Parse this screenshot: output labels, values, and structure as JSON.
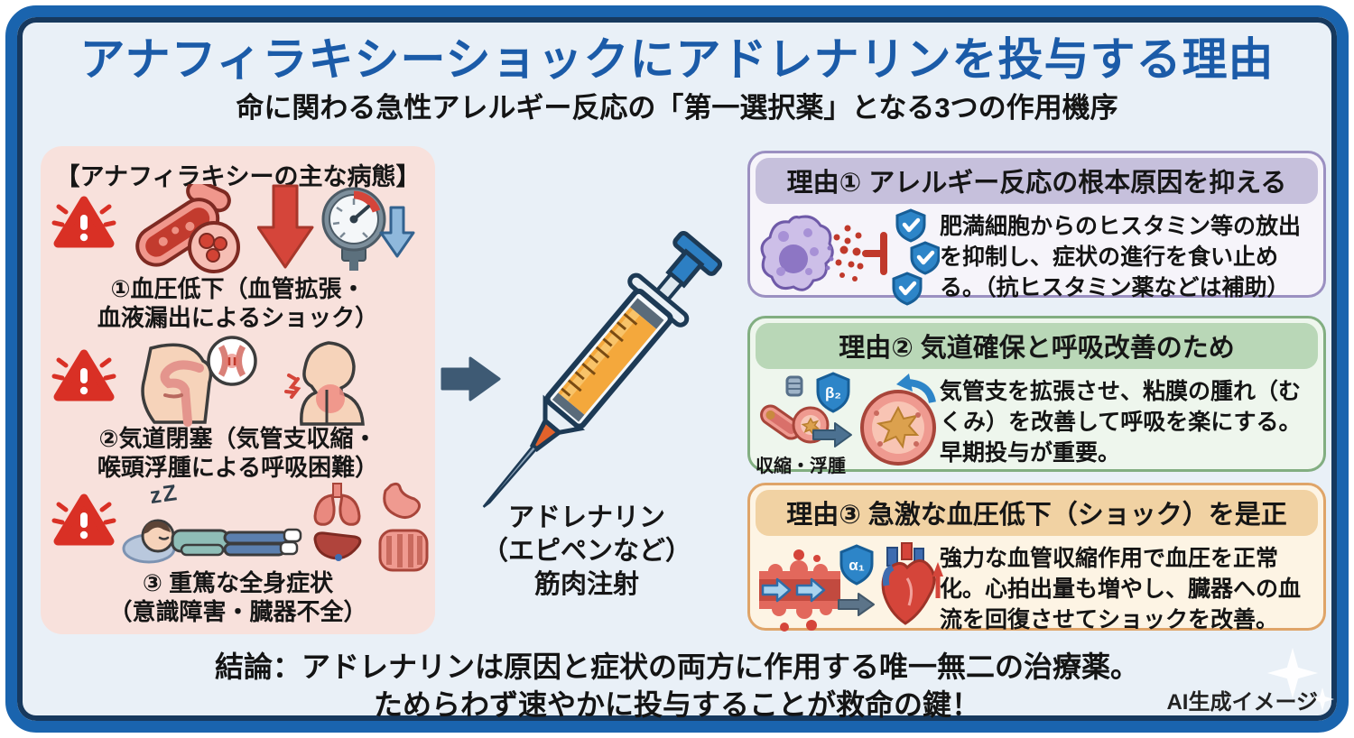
{
  "header": {
    "title": "アナフィラキシーショックにアドレナリンを投与する理由",
    "subtitle": "命に関わる急性アレルギー反応の「第一選択薬」となる3つの作用機序"
  },
  "colors": {
    "frame_blue": "#1a64ae",
    "frame_navy": "#17395e",
    "card_background": "#e9f0f7",
    "title_blue": "#1b5ba8",
    "warning_red": "#d93025",
    "pathology_panel_pink": "#f8e1dc",
    "arrow_slate": "#3e5a74",
    "shield_blue": "#2d85c8",
    "syringe_liquid_orange": "#f4a83c",
    "reason1_header": "#c6c0dc",
    "reason2_header": "#b9d7b7",
    "reason3_header": "#f1d2a3"
  },
  "left_panel": {
    "title": "【アナフィラキシーの主な病態】",
    "sleep_text": "zZ",
    "items": [
      {
        "lines": [
          "①血圧低下（血管拡張・",
          "血液漏出によるショック）"
        ]
      },
      {
        "lines": [
          "②気道閉塞（気管支収縮・",
          "喉頭浮腫による呼吸困難）"
        ]
      },
      {
        "lines": [
          "③ 重篤な全身症状",
          "（意識障害・臓器不全）"
        ]
      }
    ]
  },
  "center": {
    "caption_lines": [
      "アドレナリン",
      "（エピペンなど）",
      "筋肉注射"
    ]
  },
  "reasons": [
    {
      "title": "理由① アレルギー反応の根本原因を抑える",
      "body": "肥満細胞からのヒスタミン等の放出を抑制し、症状の進行を食い止める。（抗ヒスタミン薬などは補助）"
    },
    {
      "title": "理由② 気道確保と呼吸改善のため",
      "body": "気管支を拡張させ、粘膜の腫れ（むくみ）を改善して呼吸を楽にする。早期投与が重要。",
      "receptor_label": "β₂",
      "illustration_label": "収縮・浮腫"
    },
    {
      "title": "理由③ 急激な血圧低下（ショック）を是正",
      "body": "強力な血管収縮作用で血圧を正常化。心拍出量も増やし、臓器への血流を回復させてショックを改善。",
      "receptor_label": "α₁"
    }
  ],
  "conclusion": {
    "lines": [
      "結論：アドレナリンは原因と症状の両方に作用する唯一無二の治療薬。",
      "ためらわず速やかに投与することが救命の鍵！"
    ]
  },
  "footer": {
    "credit": "AI生成イメージ"
  }
}
